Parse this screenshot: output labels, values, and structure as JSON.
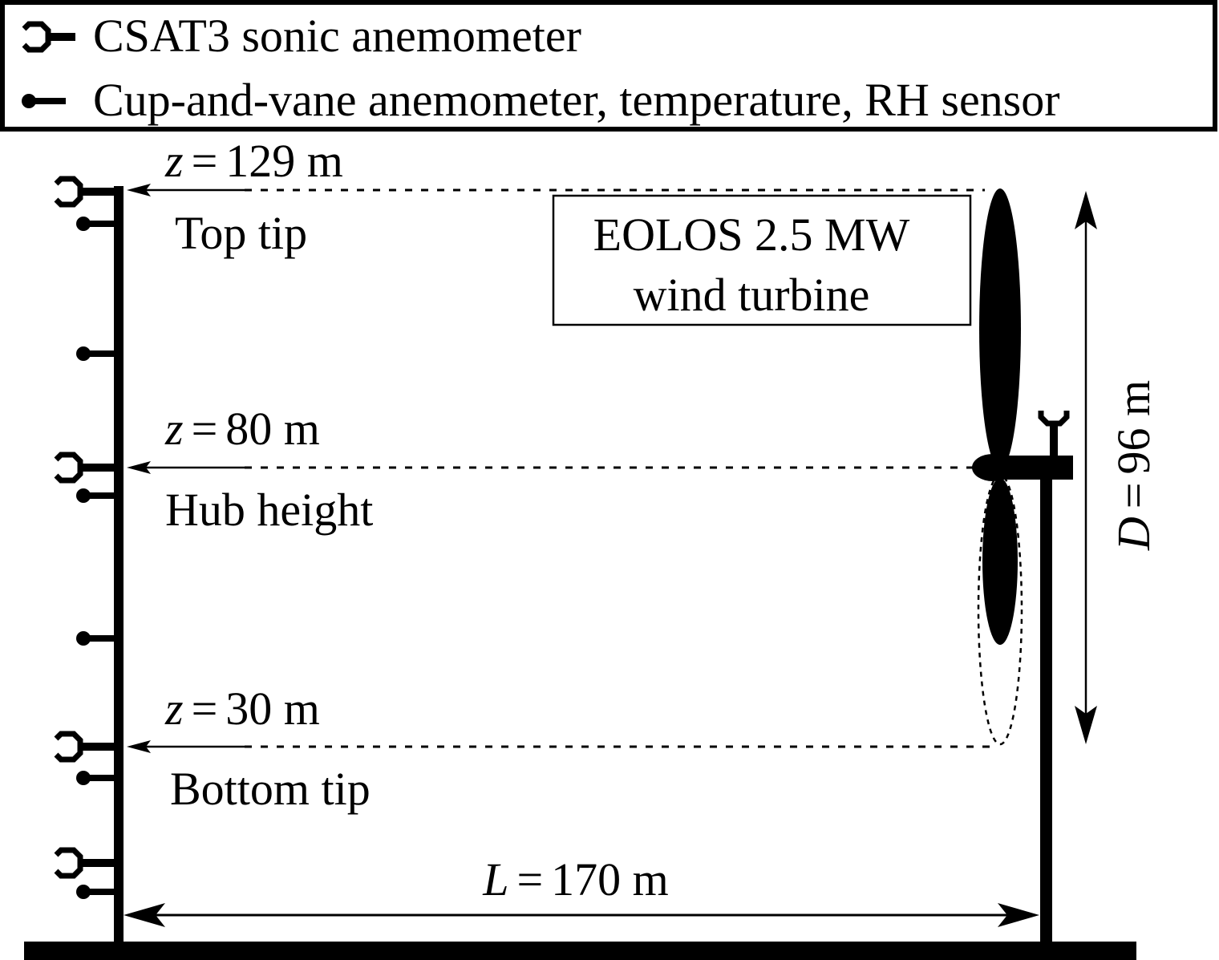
{
  "colors": {
    "ink": "#000000",
    "background": "#ffffff"
  },
  "legend": {
    "items": [
      {
        "icon": "sonic-anemometer-icon",
        "label": "CSAT3 sonic anemometer"
      },
      {
        "icon": "cup-vane-sensor-icon",
        "label": "Cup-and-vane anemometer, temperature, RH sensor"
      }
    ]
  },
  "levels": {
    "top": {
      "var": "z",
      "eq": "=",
      "value": "129 m",
      "caption": "Top tip"
    },
    "hub": {
      "var": "z",
      "eq": "=",
      "value": "80 m",
      "caption": "Hub height"
    },
    "bottom": {
      "var": "z",
      "eq": "=",
      "value": "30 m",
      "caption": "Bottom tip"
    }
  },
  "turbine": {
    "line1": "EOLOS 2.5 MW",
    "line2": "wind turbine"
  },
  "rotor_diameter": {
    "var": "D",
    "eq": "=",
    "value": "96 m"
  },
  "spacing": {
    "var": "L",
    "eq": "=",
    "value": "170 m"
  }
}
